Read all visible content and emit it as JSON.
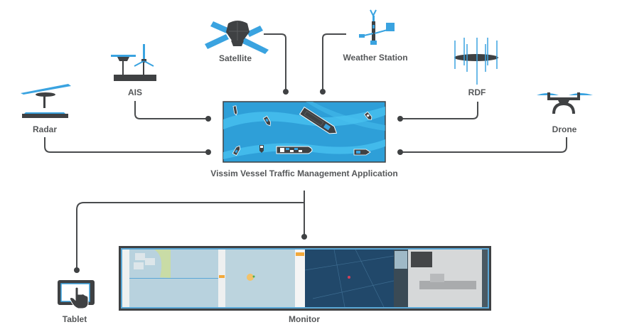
{
  "title": "Vissim Vessel Traffic Management Application",
  "colors": {
    "accent_blue": "#3aa3e0",
    "dark_gray": "#3f4143",
    "line_gray": "#4a4c4e",
    "label_gray": "#555759",
    "sea_blue": "#2da9e1",
    "sea_light": "#4cc3ee"
  },
  "inputs": [
    {
      "id": "radar",
      "label": "Radar",
      "icon": "radar-icon"
    },
    {
      "id": "ais",
      "label": "AIS",
      "icon": "ais-antenna-icon"
    },
    {
      "id": "satellite",
      "label": "Satellite",
      "icon": "satellite-icon"
    },
    {
      "id": "weather",
      "label": "Weather Station",
      "icon": "weather-station-icon"
    },
    {
      "id": "rdf",
      "label": "RDF",
      "icon": "rdf-antenna-icon"
    },
    {
      "id": "drone",
      "label": "Drone",
      "icon": "drone-icon"
    }
  ],
  "center": {
    "label": "Vissim Vessel Traffic Management Application",
    "icon": "vessel-traffic-map-icon"
  },
  "outputs": [
    {
      "id": "tablet",
      "label": "Tablet",
      "icon": "tablet-touch-icon"
    },
    {
      "id": "monitor",
      "label": "Monitor",
      "icon": "monitor-screen-icon"
    }
  ]
}
